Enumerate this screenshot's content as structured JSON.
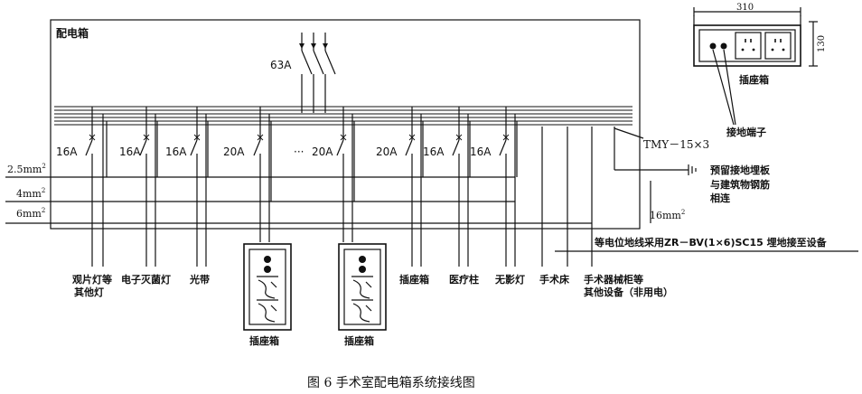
{
  "caption": "图 6   手术室配电箱系统接线图",
  "panel_label": "配电箱",
  "main_breaker": "63A",
  "ellipsis": "···",
  "branch_ratings": [
    "16A",
    "16A",
    "16A",
    "20A",
    "20A",
    "20A",
    "16A",
    "16A"
  ],
  "wire_sizes": [
    {
      "base": "2.5mm",
      "exp": "2"
    },
    {
      "base": "4mm",
      "exp": "2"
    },
    {
      "base": "6mm",
      "exp": "2"
    }
  ],
  "ground_wire": {
    "base": "16mm",
    "exp": "2"
  },
  "tmy_label": "TMY－15×3",
  "ground_note": [
    "预留接地埋板",
    "与建筑物钢筋",
    "相连"
  ],
  "equipotential_note": "等电位地线采用ZR－BV(1×6)SC15 埋地接至设备",
  "loads": [
    {
      "lines": [
        "观片灯等",
        "其他灯"
      ]
    },
    {
      "lines": [
        "电子灭菌灯"
      ]
    },
    {
      "lines": [
        "光带"
      ]
    },
    {
      "lines": [
        "插座箱"
      ]
    },
    {
      "lines": [
        "医疗柱"
      ]
    },
    {
      "lines": [
        "无影灯"
      ]
    },
    {
      "lines": [
        "手术床"
      ]
    },
    {
      "lines": [
        "手术器械柜等",
        "其他设备（非用电）"
      ]
    }
  ],
  "outlet_box_label": "插座箱",
  "detail": {
    "width": "310",
    "height": "130",
    "box_label": "插座箱",
    "ground_terminal": "接地端子"
  }
}
